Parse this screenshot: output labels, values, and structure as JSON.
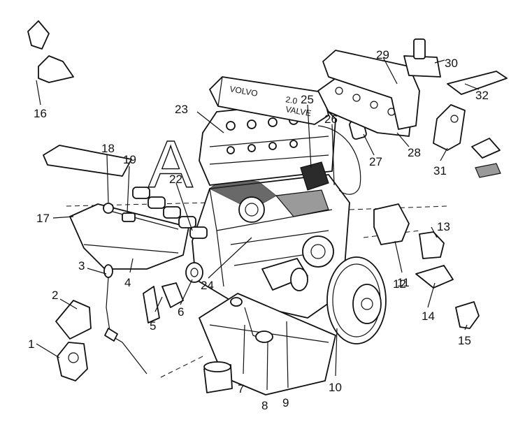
{
  "diagram": {
    "callouts": [
      "1",
      "2",
      "3",
      "4",
      "5",
      "6",
      "7",
      "8",
      "9",
      "10",
      "11",
      "12",
      "13",
      "14",
      "15",
      "16",
      "17",
      "18",
      "19",
      "22",
      "23",
      "24",
      "25",
      "26",
      "27",
      "28",
      "29",
      "30",
      "31",
      "32"
    ],
    "view_marker": "A",
    "cover_lettering": {
      "brand": "VOLVO",
      "variant": "2.0",
      "sub": "VALVE"
    }
  }
}
